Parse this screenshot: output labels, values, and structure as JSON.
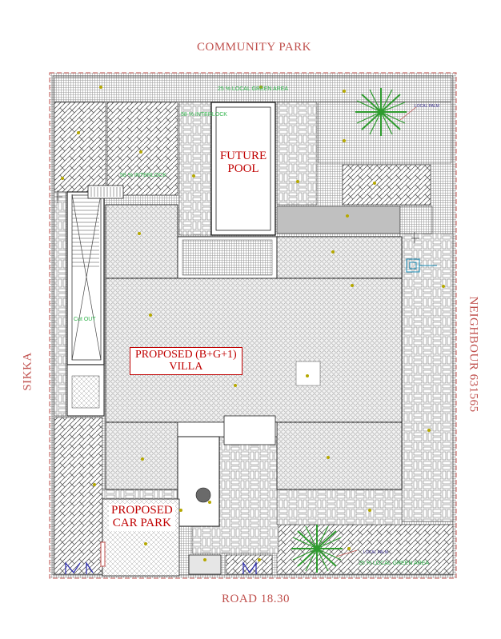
{
  "boundaries": {
    "top": "COMMUNITY PARK",
    "bottom": "ROAD 18.30",
    "left": "SIKKA",
    "right": "NEIGHBOUR 631565"
  },
  "labels": {
    "pool": [
      "FUTURE",
      "POOL"
    ],
    "villa": [
      "PROPOSED (B+G+1)",
      "VILLA"
    ],
    "car_park": [
      "PROPOSED",
      "CAR PARK"
    ]
  },
  "notes": {
    "green_top": "25 % LOCAL GREEN AREA",
    "green_bottom": "25 % LOCAL GREEN AREA",
    "interlock_1": "58 % INTERLOCK",
    "interlock_2": "58 % INTERLOCK",
    "cut_out": "Cut OUT",
    "local_palm_1": "LOCAL PALM",
    "local_palm_2": "LOCAL PALM"
  },
  "colors": {
    "boundary": "#c0504d",
    "label": "#c00000",
    "green_text": "#2fb34a",
    "palm": "#2e9b2e",
    "level_marker": "#b5a800",
    "line": "#333333"
  }
}
